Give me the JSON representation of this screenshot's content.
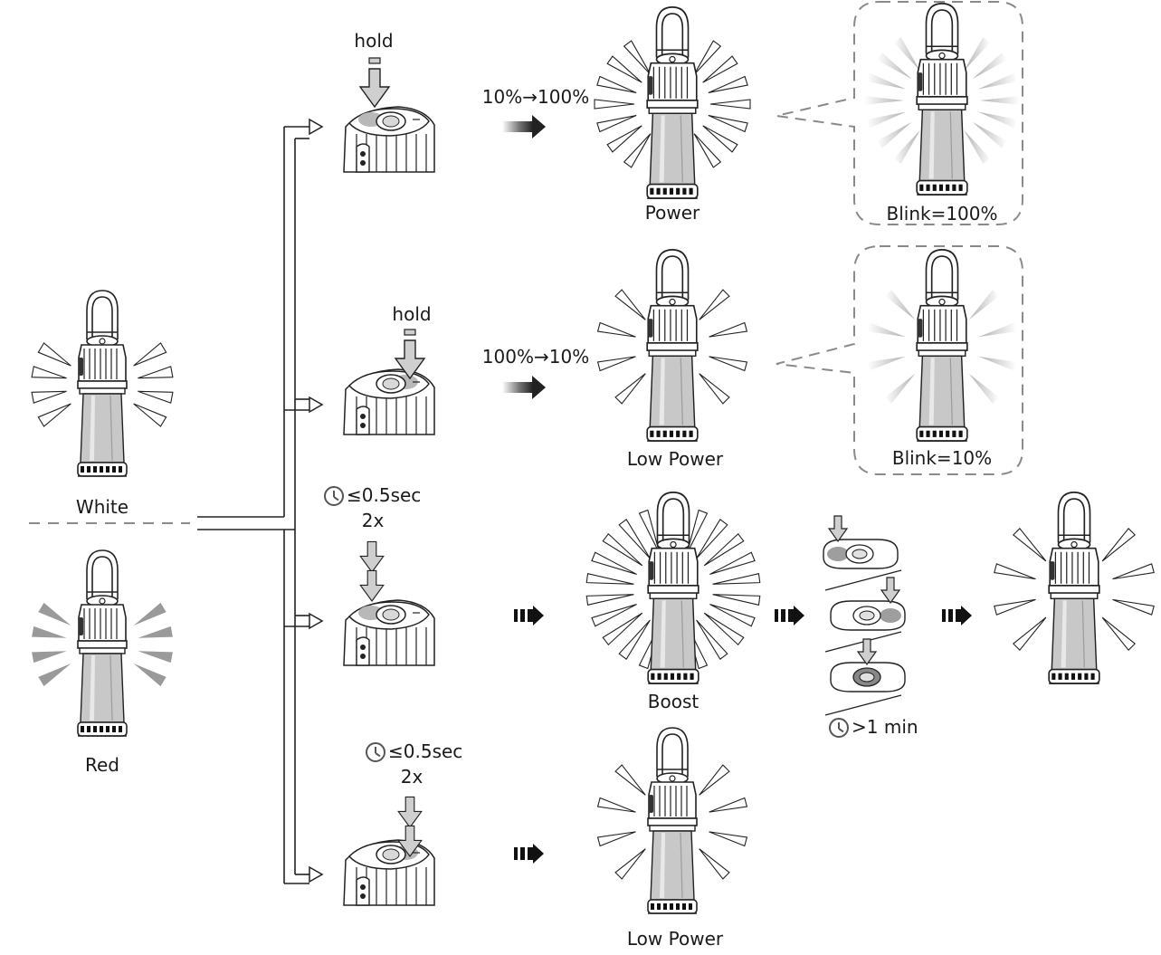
{
  "colors": {
    "line": "#222222",
    "tube": "#c8c8c8",
    "ray_red": "#9a9a9a",
    "arrow_fill": "#cfcfcf",
    "dash": "#8a8a8a"
  },
  "modes": {
    "white_label": "White",
    "red_label": "Red"
  },
  "actions": {
    "hold_top": "hold",
    "hold_second": "hold",
    "time_third": "≤0.5sec",
    "count_third": "2x",
    "time_fourth": "≤0.5sec",
    "count_fourth": "2x"
  },
  "transitions": {
    "up": "10%→100%",
    "down": "100%→10%"
  },
  "results": {
    "power": "Power",
    "blink_max": "Blink=100%",
    "low_power": "Low Power",
    "blink_min": "Blink=10%",
    "boost": "Boost",
    "low_power_2": "Low Power"
  },
  "timer": {
    "label": ">1 min"
  }
}
